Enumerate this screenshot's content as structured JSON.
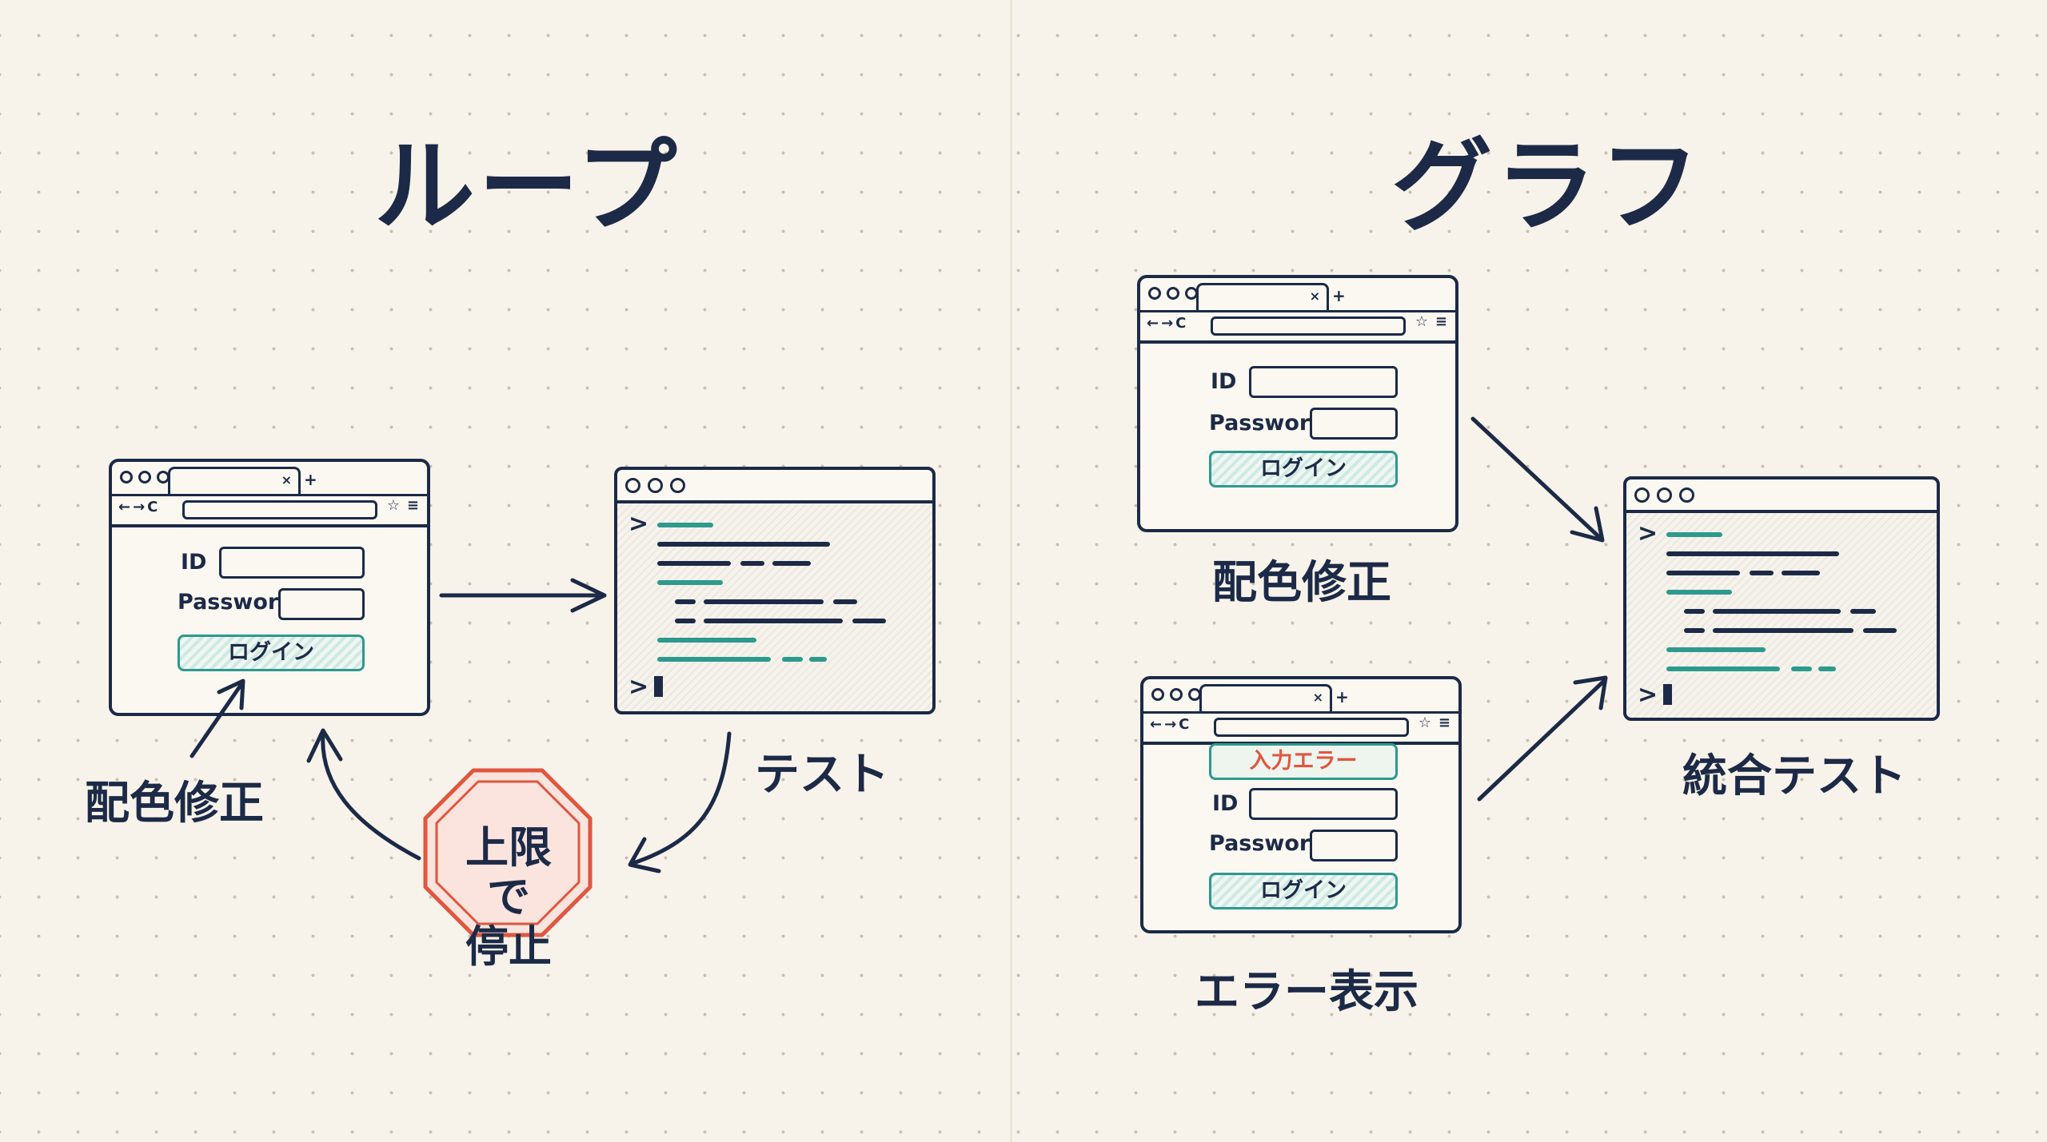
{
  "headings": {
    "loop": "ループ",
    "graph": "グラフ"
  },
  "login_form": {
    "id_label": "ID",
    "password_label": "Password",
    "login_button": "ログイン",
    "error_message": "入力エラー"
  },
  "loop": {
    "color_fix_label": "配色修正",
    "test_label": "テスト",
    "stop_sign": {
      "line1": "上限で",
      "line2": "停止"
    }
  },
  "graph": {
    "color_fix_label": "配色修正",
    "error_display_label": "エラー表示",
    "integration_test_label": "統合テスト"
  },
  "icons": {
    "nav": "←→C",
    "tab_close": "×",
    "tab_new": "+",
    "bookmark": "☆",
    "menu": "≡",
    "prompt": ">"
  },
  "colors": {
    "ink": "#1c2a47",
    "teal": "#2c9a8c",
    "error_red": "#e0563f",
    "stop_fill": "#fbe4de",
    "paper": "#f8f3ea"
  }
}
